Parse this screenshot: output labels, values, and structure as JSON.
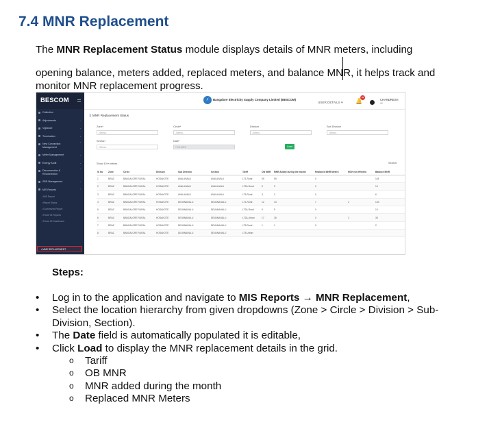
{
  "doc": {
    "heading": "7.4 MNR Replacement",
    "intro": {
      "p1": "The ",
      "b1": "MNR Replacement Status",
      "p2": " module displays details of MNR meters, including opening balance, meters added, replaced meters, and balance MN",
      "p3": "R, it helps track and monitor MNR replacement progress."
    },
    "steps_heading": "Steps:",
    "steps": {
      "s1a": "Log in to the application and navigate to ",
      "s1b": "MIS Reports",
      "s1c": " → ",
      "s1d": "MNR Replacement",
      "s1e": ",",
      "s2": "Select the location hierarchy from given dropdowns (Zone > Circle > Division > Sub-Division, Section).",
      "s3a": "The ",
      "s3b": "Date",
      "s3c": " field is automatically populated it is editable,",
      "s4a": "Click ",
      "s4b": "Load",
      "s4c": " to display the MNR replacement details in the grid.",
      "sub": [
        "Tariff",
        "OB MNR",
        "MNR added during the month",
        "Replaced MNR Meters"
      ]
    }
  },
  "app": {
    "brand": "BESCOM",
    "company": "Bangalore Electricity Supply Company Limited (BESCOM)",
    "user_details": "USER DETAILS",
    "user_name": "CHANDRESH",
    "user_sub": "AE",
    "notif_count": "99",
    "sidebar": {
      "items": [
        "Collection",
        "Adjustments",
        "Vigilance",
        "Termination"
      ],
      "new_conn": [
        "New Connection",
        "Management"
      ],
      "items2": [
        "Meter Management",
        "Energy Audit"
      ],
      "disc": [
        "Disconnection &",
        "Reconnection"
      ],
      "items3": [
        "SBD Management",
        "MIS Reports"
      ],
      "subitems": [
        "MIS Report",
        "Report Status",
        "Customized Report",
        "Power BI Reports",
        "Power BI Dashboard"
      ],
      "active": "MNR REPLACEMENT"
    },
    "page_title": "MNR Replacement Status",
    "filters": {
      "zone": "Zone*",
      "circle": "Circle*",
      "division": "Division",
      "subdivision": "Sub Division",
      "section": "Section",
      "date": "Date*",
      "select": "-Select-",
      "date_value": "7-05-2025",
      "load": "Load"
    },
    "show": "Show",
    "entries_num": "10",
    "entries": "entries",
    "search": "Search:",
    "columns": [
      "Sl No",
      "Zone",
      "Circle",
      "Division",
      "Sub Division",
      "Section",
      "Tariff",
      "OB MNR",
      "MNR Added during the month",
      "Replaced MNR Meters",
      "MCH not effected",
      "Balance MNR"
    ],
    "rows": [
      [
        "1",
        "BRAZ",
        "BANGALORE RURAL",
        "HOSAKOTE",
        "AVALAHALLI",
        "AVALAHALLI",
        "LT1-Rural",
        "59",
        "59",
        "0",
        "",
        "118"
      ],
      [
        "2",
        "BRAZ",
        "BANGALORE RURAL",
        "HOSAKOTE",
        "AVALAHALLI",
        "AVALAHALLI",
        "LT2A-Rural",
        "5",
        "5",
        "0",
        "",
        "10"
      ],
      [
        "3",
        "BRAZ",
        "BANGALORE RURAL",
        "HOSAKOTE",
        "AVALAHALLI",
        "AVALAHALLI",
        "LT5-Rural",
        "3",
        "3",
        "0",
        "",
        "6"
      ],
      [
        "4",
        "BRAZ",
        "BANGALORE RURAL",
        "HOSAKOTE",
        "DEVANAHALLI",
        "DEVANAHALLI",
        "LT1-Rural",
        "12",
        "13",
        "7",
        "2",
        "103"
      ],
      [
        "5",
        "BRAZ",
        "BANGALORE RURAL",
        "HOSAKOTE",
        "DEVANAHALLI",
        "DEVANAHALLI",
        "LT2A-Rural",
        "5",
        "5",
        "0",
        "",
        "10"
      ],
      [
        "6",
        "BRAZ",
        "BANGALORE RURAL",
        "HOSAKOTE",
        "DEVANAHALLI",
        "DEVANAHALLI",
        "LT2A-Urban",
        "17",
        "18",
        "0",
        "2",
        "35"
      ],
      [
        "7",
        "BRAZ",
        "BANGALORE RURAL",
        "HOSAKOTE",
        "DEVANAHALLI",
        "DEVANAHALLI",
        "LT5-Rural",
        "1",
        "1",
        "0",
        "",
        "2"
      ],
      [
        "8",
        "BRAZ",
        "BANGALORE RURAL",
        "HOSAKOTE",
        "DEVANAHALLI",
        "DEVANAHALLI",
        "LT5-Urban",
        "",
        "",
        "",
        "",
        ""
      ]
    ]
  }
}
